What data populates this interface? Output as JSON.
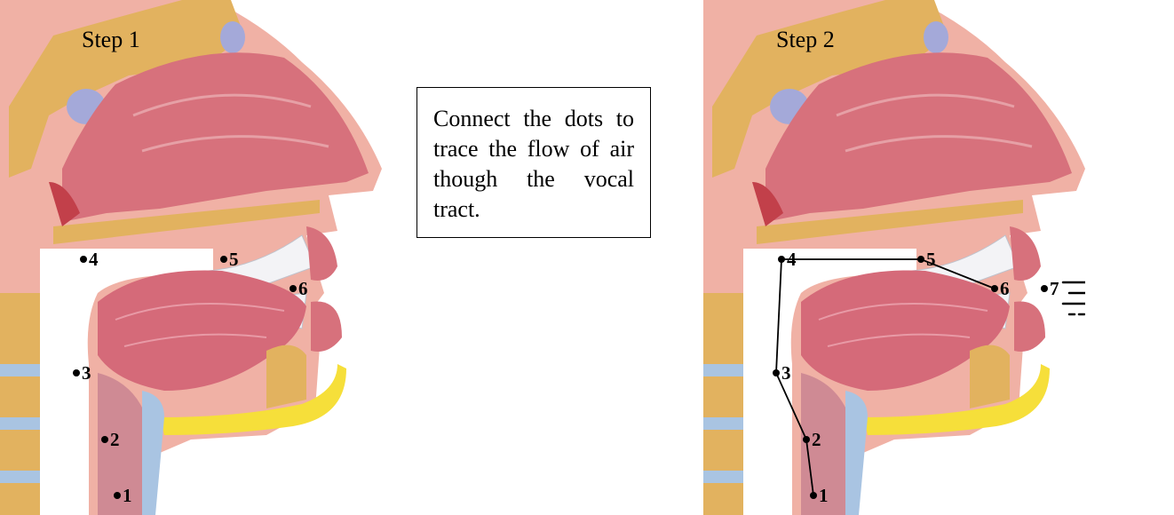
{
  "steps": [
    {
      "title": "Step 1"
    },
    {
      "title": "Step 2"
    }
  ],
  "instruction": "Connect the dots to trace the flow of air though the vocal tract.",
  "points": [
    {
      "label": "1"
    },
    {
      "label": "2"
    },
    {
      "label": "3"
    },
    {
      "label": "4"
    },
    {
      "label": "5"
    },
    {
      "label": "6"
    },
    {
      "label": "7"
    }
  ],
  "colors": {
    "skin": "#f0b1a5",
    "bone": "#e2b25f",
    "nasal_cavity": "#d7717c",
    "tongue": "#d56a79",
    "fat": "#f6df3a",
    "cartilage": "#a9c4e2",
    "teeth": "#f3f3f6",
    "line": "#000000"
  },
  "icons": [
    "wind-icon"
  ]
}
